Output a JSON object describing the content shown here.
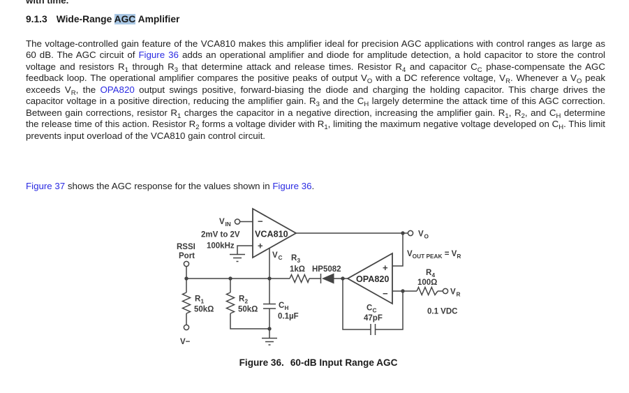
{
  "page": {
    "background": "#ffffff",
    "text_color": "#1f1f1f",
    "link_color": "#2b2be2",
    "search_highlight_color": "#a9c7e4",
    "circuit_color": "#444444"
  },
  "article": {
    "clipped_top_line": "with time.",
    "heading": {
      "number": "9.1.3",
      "segments": [
        {
          "t": "Wide-Range "
        },
        {
          "t": "AGC",
          "highlight": true
        },
        {
          "t": " Amplifier"
        }
      ]
    },
    "paragraph1": [
      {
        "t": "The voltage-controlled gain feature of the VCA810 makes this amplifier ideal for precision AGC applications with control ranges as large as 60 dB. The AGC circuit of "
      },
      {
        "t": "Figure 36",
        "link": true
      },
      {
        "t": " adds an operational amplifier and diode for amplitude detection, a hold capacitor to store the control voltage and resistors R"
      },
      {
        "t": "1",
        "sub": true
      },
      {
        "t": " through R"
      },
      {
        "t": "3",
        "sub": true
      },
      {
        "t": " that determine attack and release times. Resistor R"
      },
      {
        "t": "4",
        "sub": true
      },
      {
        "t": " and capacitor C"
      },
      {
        "t": "C",
        "sub": true
      },
      {
        "t": " phase-compensate the AGC feedback loop. The operational amplifier compares the positive peaks of output V"
      },
      {
        "t": "O",
        "sub": true
      },
      {
        "t": " with a DC reference voltage, V"
      },
      {
        "t": "R",
        "sub": true
      },
      {
        "t": ". Whenever a V"
      },
      {
        "t": "O",
        "sub": true
      },
      {
        "t": " peak exceeds V"
      },
      {
        "t": "R",
        "sub": true
      },
      {
        "t": ", the "
      },
      {
        "t": "OPA820",
        "link": true
      },
      {
        "t": " output swings positive, forward-biasing the diode and charging the holding capacitor. This charge drives the capacitor voltage in a positive direction, reducing the amplifier gain. R"
      },
      {
        "t": "3",
        "sub": true
      },
      {
        "t": " and the C"
      },
      {
        "t": "H",
        "sub": true
      },
      {
        "t": " largely determine the attack time of this AGC correction. Between gain corrections, resistor R"
      },
      {
        "t": "1",
        "sub": true
      },
      {
        "t": " charges the capacitor in a negative direction, increasing the amplifier gain. R"
      },
      {
        "t": "1",
        "sub": true
      },
      {
        "t": ", R"
      },
      {
        "t": "2",
        "sub": true
      },
      {
        "t": ", and C"
      },
      {
        "t": "H",
        "sub": true
      },
      {
        "t": " determine the release time of this action. Resistor R"
      },
      {
        "t": "2",
        "sub": true
      },
      {
        "t": " forms a voltage divider with R"
      },
      {
        "t": "1",
        "sub": true
      },
      {
        "t": ", limiting the maximum negative voltage developed on C"
      },
      {
        "t": "H",
        "sub": true
      },
      {
        "t": ". This limit prevents input overload of the VCA810 gain control circuit."
      }
    ],
    "paragraph2": [
      {
        "t": "Figure 37",
        "link": true
      },
      {
        "t": " shows the AGC response for the values shown in "
      },
      {
        "t": "Figure 36",
        "link": true
      },
      {
        "t": "."
      }
    ]
  },
  "figure": {
    "caption_label": "Figure 36.",
    "caption_title": "60-dB Input Range AGC",
    "circuit": {
      "vin": {
        "main": "V",
        "sub": "IN"
      },
      "input_range": "2mV to 2V",
      "input_freq": "100kHz",
      "rssi_line1": "RSSI",
      "rssi_line2": "Port",
      "vca": {
        "name": "VCA810",
        "neg": "−",
        "pos": "+"
      },
      "vc": {
        "main": "V",
        "sub": "C"
      },
      "r3": {
        "main": "R",
        "sub": "3",
        "value": "1kΩ"
      },
      "diode": "HP5082",
      "opa": {
        "name": "OPA820",
        "pos": "+",
        "neg": "−"
      },
      "vo": {
        "main": "V",
        "sub": "O"
      },
      "vpeak": {
        "p1": "V",
        "p2": "OUT PEAK",
        "p3": " = V",
        "p4": "R"
      },
      "r4": {
        "main": "R",
        "sub": "4",
        "value": "100Ω"
      },
      "vr": {
        "main": "V",
        "sub": "R"
      },
      "vr_value": "0.1 VDC",
      "r1": {
        "main": "R",
        "sub": "1",
        "value": "50kΩ"
      },
      "r2": {
        "main": "R",
        "sub": "2",
        "value": "50kΩ"
      },
      "ch": {
        "main": "C",
        "sub": "H",
        "value": "0.1µF"
      },
      "cc": {
        "main": "C",
        "sub": "C",
        "value": "47pF"
      },
      "vneg": "V−"
    }
  }
}
